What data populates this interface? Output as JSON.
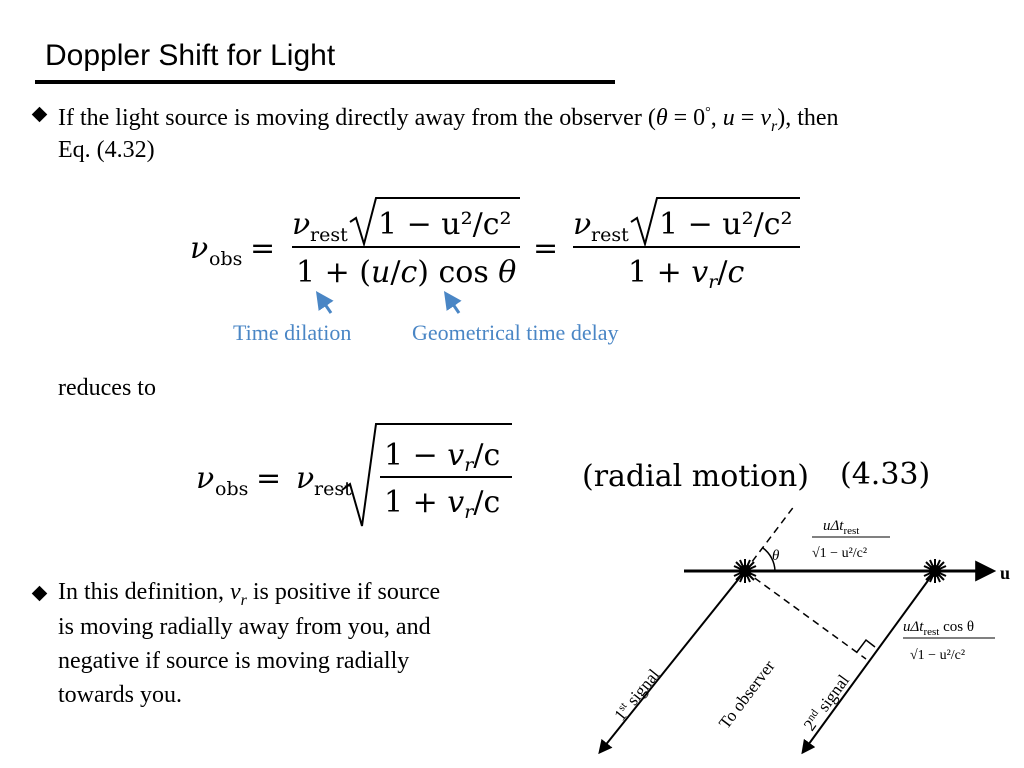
{
  "slide": {
    "title": "Doppler Shift for Light"
  },
  "bullet1": {
    "text_a": "If the light source is moving directly away from the observer (",
    "theta": "θ",
    "eq_zero": " = 0",
    "degree": "°",
    "comma": ", ",
    "u": "u",
    "eq": " = ",
    "v": "v",
    "r": "r",
    "text_b": "), then",
    "line2": "Eq. (4.32)"
  },
  "equation1": {
    "nu": "ν",
    "obs": "obs",
    "equals": "=",
    "rest": "rest",
    "sqrt_body": "1 − u²/c²",
    "den1_a": "1 + (",
    "den1_u": "u",
    "den1_slash": "/",
    "den1_c": "c",
    "den1_b": ") cos ",
    "den1_theta": "θ",
    "den2_a": "1 + ",
    "den2_v": "v",
    "den2_r": "r",
    "den2_b": "/",
    "den2_c": "c"
  },
  "annotations": {
    "time_dilation": "Time dilation",
    "geometrical_delay": "Geometrical time delay"
  },
  "reduces_to": "reduces to",
  "equation2": {
    "num": "1 − ",
    "v": "v",
    "r": "r",
    "slash_c": "/c",
    "den": "1 + ",
    "label": "(radial motion)",
    "number": "(4.33)"
  },
  "bullet2": {
    "line1_a": "In this definition, ",
    "v": "v",
    "r": "r",
    "line1_b": " is positive if source",
    "line2": "is moving radially away from you, and",
    "line3": "negative if source is moving radially",
    "line4": "towards you."
  },
  "diagram": {
    "u_label": "u",
    "theta": "θ",
    "top_frac_num": "uΔt",
    "top_frac_sub": "rest",
    "top_frac_den": "√1 − u²/c²",
    "side_frac_num": "uΔt",
    "side_frac_sub": "rest",
    "side_frac_cos": " cos θ",
    "side_frac_den": "√1 − u²/c²",
    "first_signal_1": "1",
    "first_signal_sup": "st",
    "first_signal_2": " signal",
    "to_observer": "To observer",
    "second_signal_1": "2",
    "second_signal_sup": "nd",
    "second_signal_2": " signal"
  }
}
